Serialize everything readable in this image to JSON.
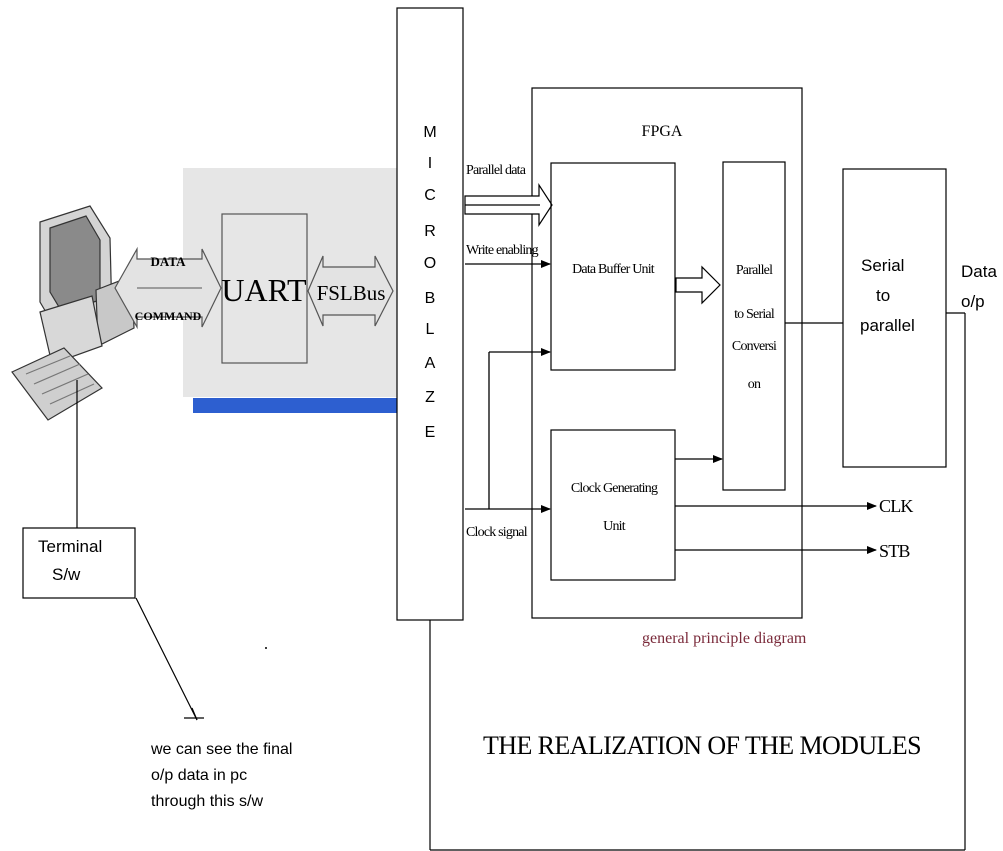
{
  "labels": {
    "pc_data": "DATA",
    "pc_command": "COMMAND",
    "uart": "UART",
    "fsl_bus": "FSLBus",
    "microblaze_letters": [
      "M",
      "I",
      "C",
      "R",
      "O",
      "B",
      "L",
      "A",
      "Z",
      "E"
    ],
    "fpga": "FPGA",
    "parallel_data": "Parallel data",
    "write_enabling": "Write enabling",
    "data_buffer": "Data Buffer Unit",
    "p2s_lines": [
      "Parallel",
      "to Serial",
      "Conversi",
      "on"
    ],
    "clock_signal": "Clock signal",
    "clock_gen_lines": [
      "Clock Generating",
      "Unit"
    ],
    "clk": "CLK",
    "stb": "STB",
    "s2p_lines": [
      "Serial",
      "to",
      "parallel"
    ],
    "data_op_lines": [
      "Data",
      "o/p"
    ],
    "terminal_lines": [
      "Terminal",
      "S/w"
    ],
    "note_lines": [
      "we can see the final",
      "o/p data in pc",
      "through this s/w"
    ],
    "caption_small": "general principle diagram",
    "caption_big": "THE REALIZATION OF THE MODULES"
  },
  "colors": {
    "line": "#000000",
    "uart_panel": "#e6e6e6",
    "blue_bar": "#2d5fd0",
    "arrow_fill": "#e3e3e3",
    "caption_small": "#7a2a3a",
    "pc_body": "#d4d4d4",
    "pc_screen": "#8a8a8a"
  }
}
